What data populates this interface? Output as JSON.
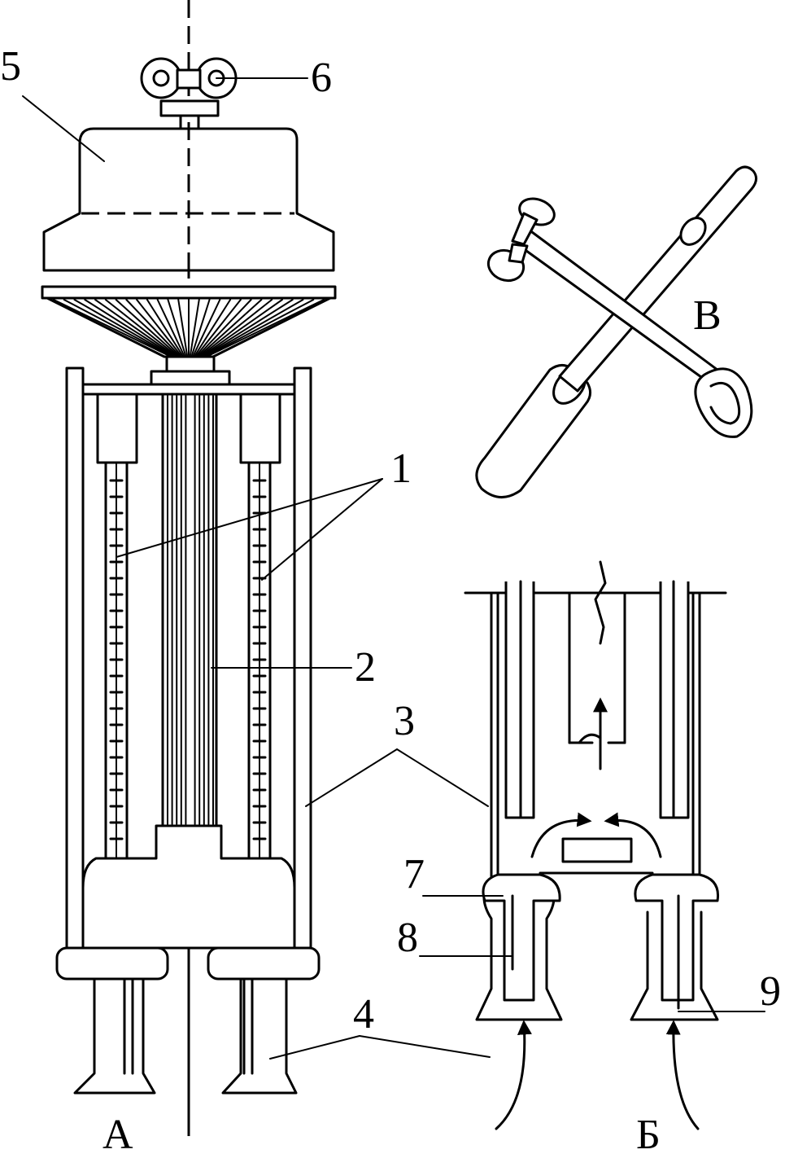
{
  "callouts": {
    "n1": "1",
    "n2": "2",
    "n3": "3",
    "n4": "4",
    "n5": "5",
    "n6": "6",
    "n7": "7",
    "n8": "8",
    "n9": "9"
  },
  "views": {
    "a": "А",
    "b": "Б",
    "v": "В"
  }
}
